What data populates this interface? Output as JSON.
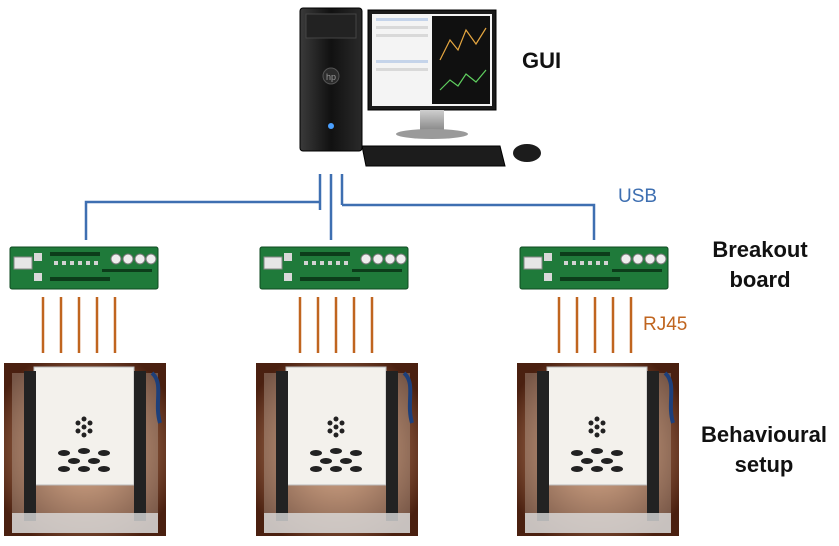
{
  "labels": {
    "gui": "GUI",
    "usb": "USB",
    "breakout_line1": "Breakout",
    "breakout_line2": "board",
    "rj45": "RJ45",
    "behavioural_line1": "Behavioural",
    "behavioural_line2": "setup"
  },
  "colors": {
    "usb": "#3e6fb1",
    "rj45": "#c0651f",
    "board_green": "#1f7a3a",
    "label_text": "#111111"
  },
  "icons": {
    "computer": "desktop-computer-icon",
    "board": "circuit-board-icon",
    "chamber": "behaviour-chamber-icon"
  }
}
